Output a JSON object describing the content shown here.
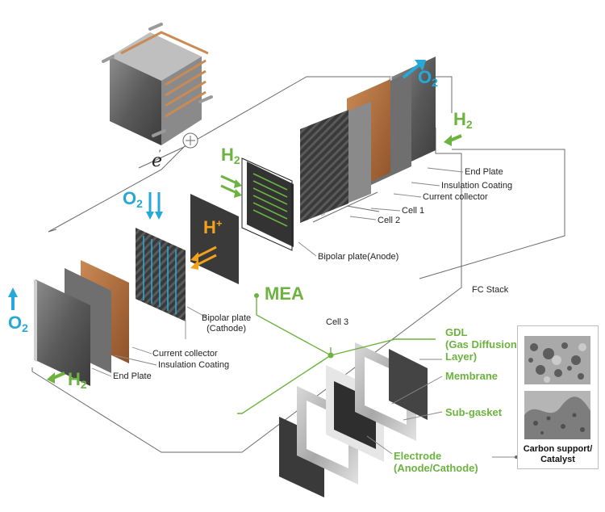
{
  "gases": {
    "o2": "O",
    "h2": "H",
    "sub": "2",
    "hplus": "H",
    "plus": "+",
    "electron": "e"
  },
  "stack_labels": {
    "end_plate": "End Plate",
    "insulation_coating": "Insulation Coating",
    "current_collector": "Current collector",
    "cell_1": "Cell 1",
    "cell_2": "Cell 2",
    "cell_3": "Cell 3",
    "bipolar_anode": "Bipolar plate(Anode)",
    "bipolar_cathode_1": "Bipolar plate",
    "bipolar_cathode_2": "(Cathode)",
    "fc_stack": "FC Stack",
    "mea": "MEA"
  },
  "mea_labels": {
    "gdl_1": "GDL",
    "gdl_2": "(Gas Diffusion",
    "gdl_3": "Layer)",
    "membrane": "Membrane",
    "sub_gasket": "Sub-gasket",
    "electrode_1": "Electrode",
    "electrode_2": "(Anode/Cathode)"
  },
  "micrograph": {
    "caption_1": "Carbon support/",
    "caption_2": "Catalyst"
  },
  "colors": {
    "oxygen": "#27a9d8",
    "hydrogen": "#6cb33f",
    "proton": "#f5a21b",
    "copper": "#b06a3a",
    "plate_dark": "#4a4a4a",
    "plate_mid": "#7a7a7a",
    "line": "#6b6b6b"
  },
  "icons": [
    "plus-circle-icon",
    "oxygen-arrow-icon",
    "hydrogen-arrow-icon",
    "proton-arrow-icon"
  ]
}
